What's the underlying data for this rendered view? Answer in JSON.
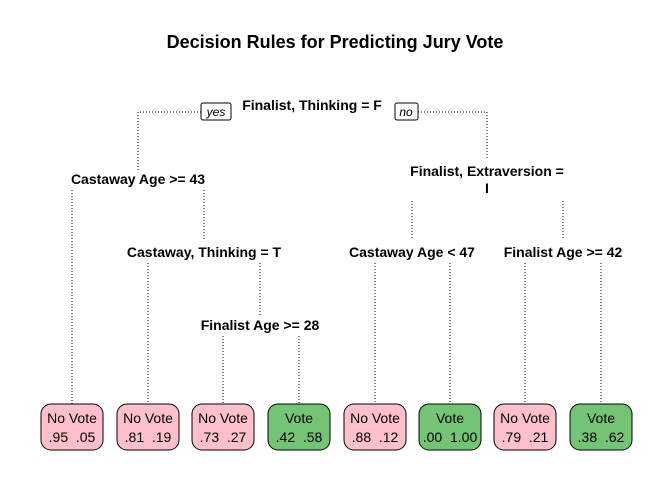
{
  "title": "Decision Rules for Predicting Jury Vote",
  "branch_labels": {
    "yes": "yes",
    "no": "no"
  },
  "colors": {
    "no_vote": "#FFC0CB",
    "vote": "#74C476",
    "edge": "#000000"
  },
  "splits": {
    "root": "Finalist, Thinking = F",
    "castaway_age_43": "Castaway Age >= 43",
    "finalist_extraversion_line1": "Finalist, Extraversion =",
    "finalist_extraversion_line2": "I",
    "castaway_thinking": "Castaway, Thinking = T",
    "castaway_age_47": "Castaway Age < 47",
    "finalist_age_42": "Finalist Age >= 42",
    "finalist_age_28": "Finalist Age >= 28"
  },
  "leaves": [
    {
      "class": "No Vote",
      "left": ".95",
      "right": ".05",
      "color": "#FFC0CB"
    },
    {
      "class": "No Vote",
      "left": ".81",
      "right": ".19",
      "color": "#FFC0CB"
    },
    {
      "class": "No Vote",
      "left": ".73",
      "right": ".27",
      "color": "#FFC0CB"
    },
    {
      "class": "Vote",
      "left": ".42",
      "right": ".58",
      "color": "#74C476"
    },
    {
      "class": "No Vote",
      "left": ".88",
      "right": ".12",
      "color": "#FFC0CB"
    },
    {
      "class": "Vote",
      "left": ".00",
      "right": "1.00",
      "color": "#74C476"
    },
    {
      "class": "No Vote",
      "left": ".79",
      "right": ".21",
      "color": "#FFC0CB"
    },
    {
      "class": "Vote",
      "left": ".38",
      "right": ".62",
      "color": "#74C476"
    }
  ]
}
